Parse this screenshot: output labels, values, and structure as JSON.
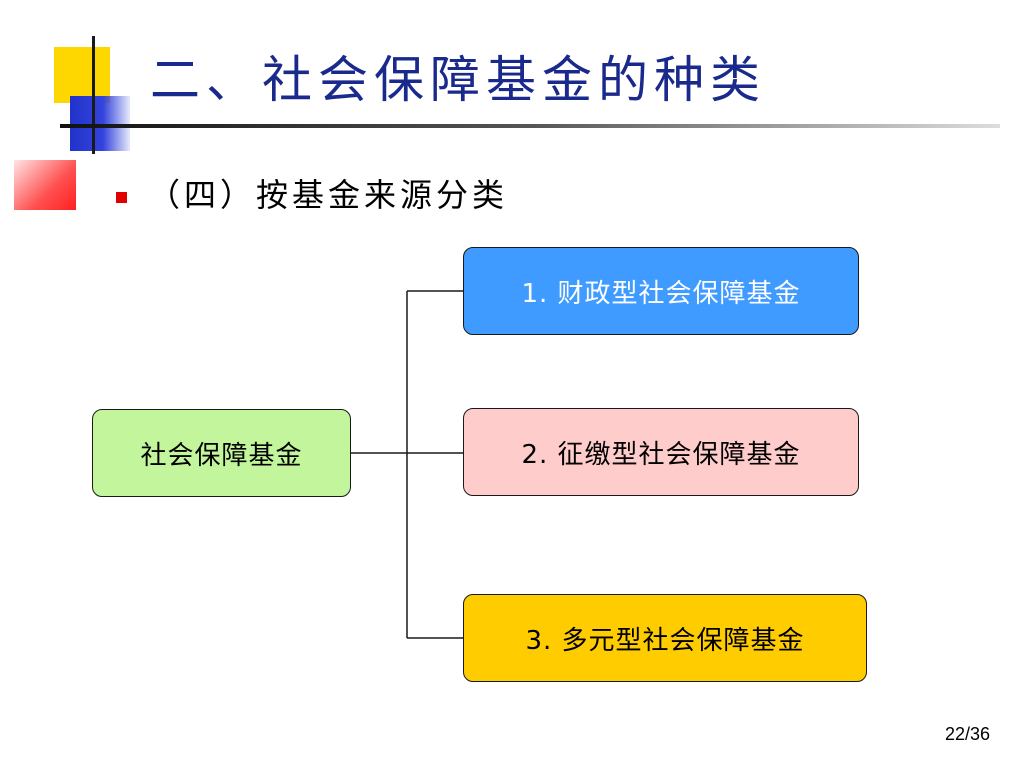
{
  "slide": {
    "title": "二、社会保障基金的种类",
    "bullet_text": "（四）按基金来源分类",
    "page_number": "22/36"
  },
  "diagram": {
    "root": "社会保障基金",
    "children": [
      {
        "label": "1. 财政型社会保障基金",
        "color": "#3f9bff"
      },
      {
        "label": "2. 征缴型社会保障基金",
        "color": "#ffcccc"
      },
      {
        "label": "3. 多元型社会保障基金",
        "color": "#ffcc00"
      }
    ],
    "root_color": "#c2f59c"
  },
  "colors": {
    "title": "#1a2a8c",
    "bullet": "#e00000"
  }
}
